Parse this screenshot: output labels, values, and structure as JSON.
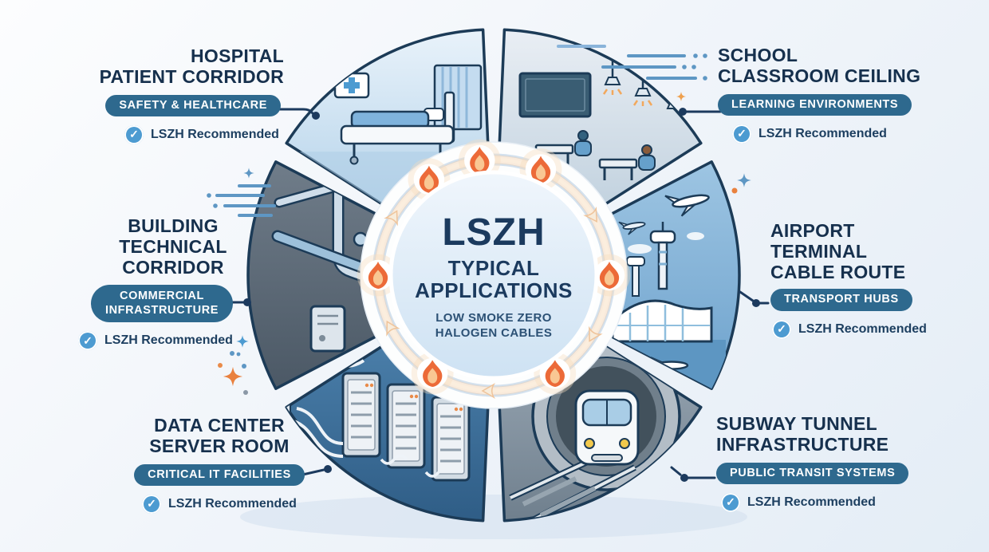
{
  "title_center": {
    "heading": "LSZH",
    "line1": "TYPICAL",
    "line2": "APPLICATIONS",
    "sub1": "LOW SMOKE ZERO",
    "sub2": "HALOGEN CABLES"
  },
  "sections": {
    "hospital": {
      "title1": "HOSPITAL",
      "title2": "PATIENT CORRIDOR",
      "badge": "SAFETY & HEALTHCARE",
      "recommended": "LSZH Recommended"
    },
    "school": {
      "title1": "SCHOOL",
      "title2": "CLASSROOM CEILING",
      "badge": "LEARNING ENVIRONMENTS",
      "recommended": "LSZH Recommended"
    },
    "airport": {
      "title1": "AIRPORT",
      "title2": "TERMINAL",
      "title3": "CABLE ROUTE",
      "badge": "TRANSPORT HUBS",
      "recommended": "LSZH Recommended"
    },
    "subway": {
      "title1": "SUBWAY TUNNEL",
      "title2": "INFRASTRUCTURE",
      "badge": "PUBLIC TRANSIT SYSTEMS",
      "recommended": "LSZH Recommended"
    },
    "datacenter": {
      "title1": "DATA CENTER",
      "title2": "SERVER ROOM",
      "badge": "CRITICAL IT FACILITIES",
      "recommended": "LSZH Recommended"
    },
    "building": {
      "title1": "BUILDING",
      "title2": "TECHNICAL",
      "title3": "CORRIDOR",
      "badge_line1": "COMMERCIAL",
      "badge_line2": "INFRASTRUCTURE",
      "recommended": "LSZH Recommended"
    }
  },
  "icons": {
    "check": "✓"
  },
  "colors": {
    "navy": "#1c3b57",
    "badge_blue": "#2e698e",
    "check_blue": "#4d9bd1",
    "flame_orange": "#ec6a38",
    "ring_cream": "#f7ecdb",
    "background": "#eef3f9"
  }
}
